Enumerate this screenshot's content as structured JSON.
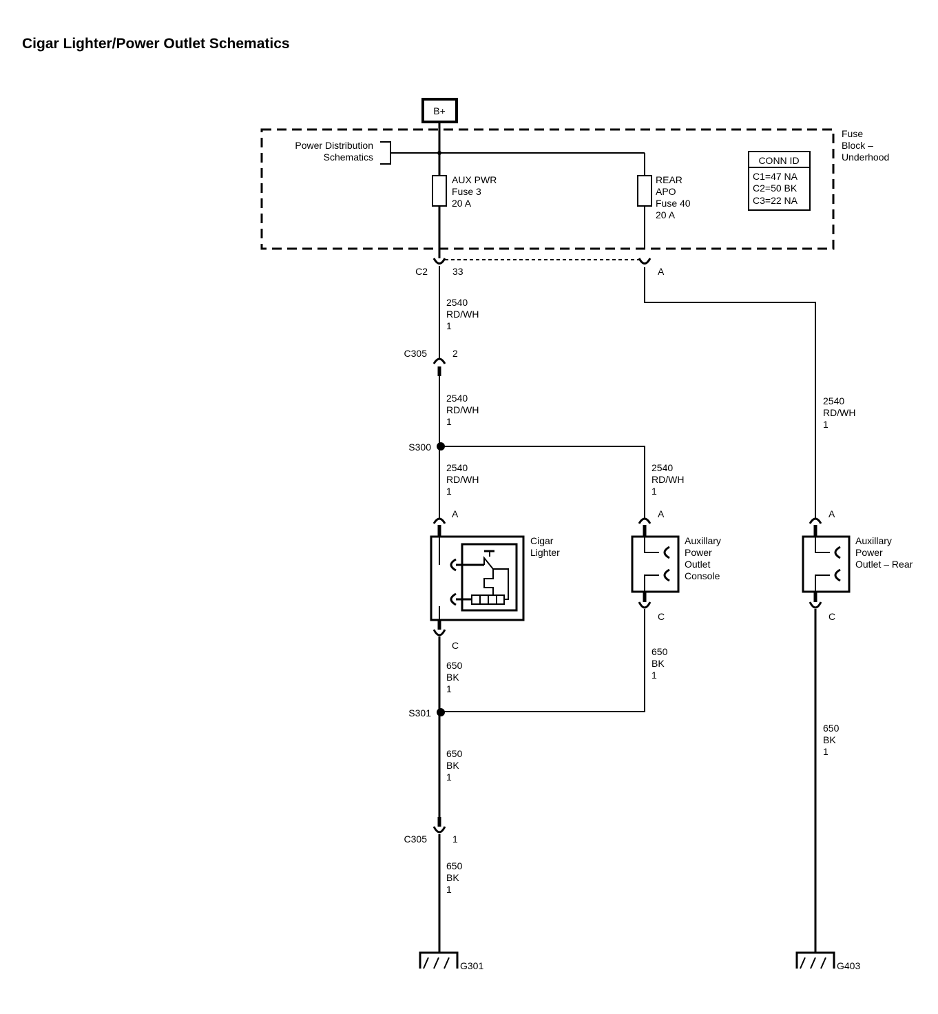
{
  "title": "Cigar Lighter/Power Outlet Schematics",
  "power_source": "B+",
  "fuse_block": {
    "name": [
      "Fuse",
      "Block –",
      "Underhood"
    ]
  },
  "power_distribution": [
    "Power Distribution",
    "Schematics"
  ],
  "conn_id": {
    "header": "CONN ID",
    "rows": [
      "C1=47 NA",
      "C2=50 BK",
      "C3=22 NA"
    ]
  },
  "fuse_aux": [
    "AUX PWR",
    "Fuse 3",
    "20 A"
  ],
  "fuse_rear": [
    "REAR",
    "APO",
    "Fuse 40",
    "20 A"
  ],
  "connectors": {
    "c2_name": "C2",
    "c2_pin": "33",
    "rear_pin": "A",
    "c305_upper_name": "C305",
    "c305_upper_pin": "2",
    "lighter_pin_a": "A",
    "lighter_pin_c": "C",
    "console_pin_a": "A",
    "console_pin_c": "C",
    "rear_outlet_pin_a": "A",
    "rear_outlet_pin_c": "C",
    "c305_lower_name": "C305",
    "c305_lower_pin": "1"
  },
  "splices": {
    "s300": "S300",
    "s301": "S301"
  },
  "wires": {
    "w1": [
      "2540",
      "RD/WH",
      "1"
    ],
    "w2": [
      "2540",
      "RD/WH",
      "1"
    ],
    "w3": [
      "2540",
      "RD/WH",
      "1"
    ],
    "w4": [
      "2540",
      "RD/WH",
      "1"
    ],
    "w5": [
      "2540",
      "RD/WH",
      "1"
    ],
    "w6": [
      "650",
      "BK",
      "1"
    ],
    "w7": [
      "650",
      "BK",
      "1"
    ],
    "w8": [
      "650",
      "BK",
      "1"
    ],
    "w9": [
      "650",
      "BK",
      "1"
    ],
    "w10": [
      "650",
      "BK",
      "1"
    ]
  },
  "components": {
    "cigar_lighter": [
      "Cigar",
      "Lighter"
    ],
    "console_outlet": [
      "Auxillary",
      "Power",
      "Outlet",
      "Console"
    ],
    "rear_outlet": [
      "Auxillary",
      "Power",
      "Outlet – Rear"
    ]
  },
  "grounds": {
    "g301": "G301",
    "g403": "G403"
  }
}
